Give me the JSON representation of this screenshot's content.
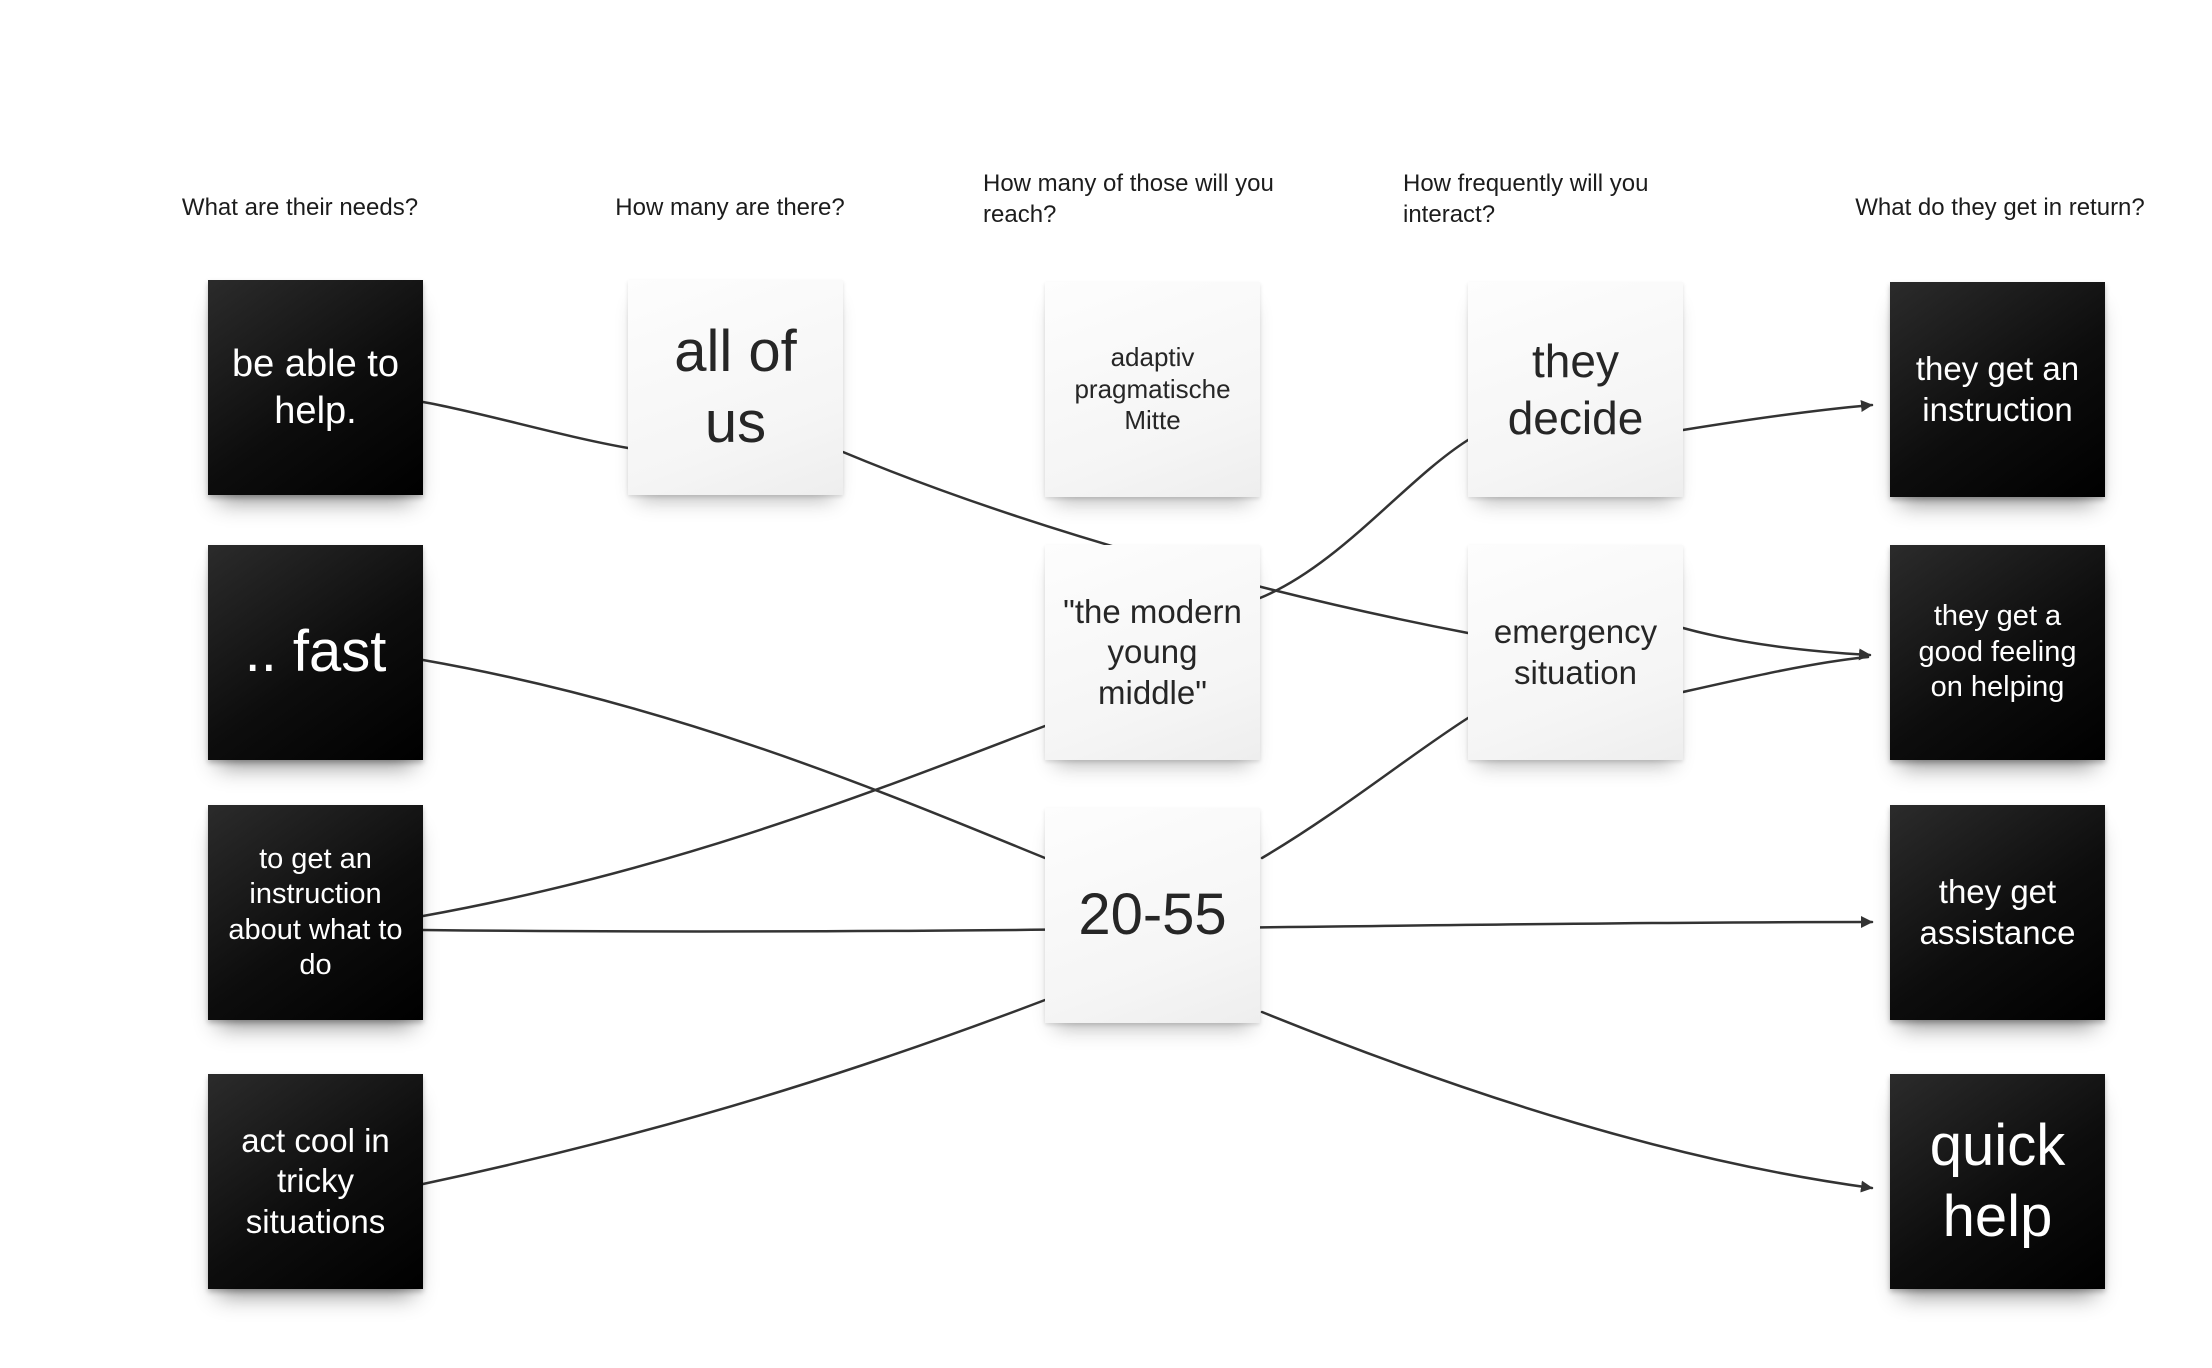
{
  "headers": [
    {
      "label": "What are their needs?"
    },
    {
      "label": "How many are there?"
    },
    {
      "label": "How many of those will you reach?"
    },
    {
      "label": "How frequently will you interact?"
    },
    {
      "label": "What do they get in return?"
    }
  ],
  "notes": {
    "needs": [
      {
        "id": "needs-1",
        "text": "be able to help."
      },
      {
        "id": "needs-2",
        "text": ".. fast"
      },
      {
        "id": "needs-3",
        "text": "to get an instruction about what to do"
      },
      {
        "id": "needs-4",
        "text": "act cool in tricky situations"
      }
    ],
    "how_many": [
      {
        "id": "howmany-1",
        "text": "all of us"
      }
    ],
    "reach": [
      {
        "id": "reach-1",
        "text": "adaptiv pragmatische Mitte"
      },
      {
        "id": "reach-2",
        "text": "\"the modern young middle\""
      },
      {
        "id": "reach-3",
        "text": "20-55"
      }
    ],
    "frequency": [
      {
        "id": "freq-1",
        "text": "they decide"
      },
      {
        "id": "freq-2",
        "text": "emergency situation"
      }
    ],
    "returns": [
      {
        "id": "return-1",
        "text": "they get an instruction"
      },
      {
        "id": "return-2",
        "text": "they get a good feeling on helping"
      },
      {
        "id": "return-3",
        "text": "they get assistance"
      },
      {
        "id": "return-4",
        "text": "quick help"
      }
    ]
  },
  "connections": [
    {
      "from": "needs-1",
      "to": "howmany-1",
      "arrow": false
    },
    {
      "from": "howmany-1",
      "to": "freq-2",
      "arrow": false
    },
    {
      "from": "reach-2",
      "to": "freq-1",
      "arrow": false
    },
    {
      "from": "freq-1",
      "to": "return-1",
      "arrow": true
    },
    {
      "from": "needs-2",
      "to": "reach-3",
      "arrow": false
    },
    {
      "from": "needs-3",
      "to": "reach-2",
      "arrow": false
    },
    {
      "from": "needs-3",
      "to": "return-3",
      "arrow": true
    },
    {
      "from": "needs-4",
      "to": "reach-3",
      "arrow": false
    },
    {
      "from": "reach-3",
      "to": "freq-2",
      "arrow": false
    },
    {
      "from": "freq-2",
      "to": "return-2",
      "arrow": true
    },
    {
      "from": "reach-3",
      "to": "return-4",
      "arrow": true
    }
  ],
  "colors": {
    "background": "#ffffff",
    "note_dark": "#0d0d0d",
    "note_dark_text": "#ffffff",
    "note_light": "#f5f5f5",
    "note_light_text": "#262626",
    "connector": "#333333",
    "header_text": "#1c1c1c"
  }
}
